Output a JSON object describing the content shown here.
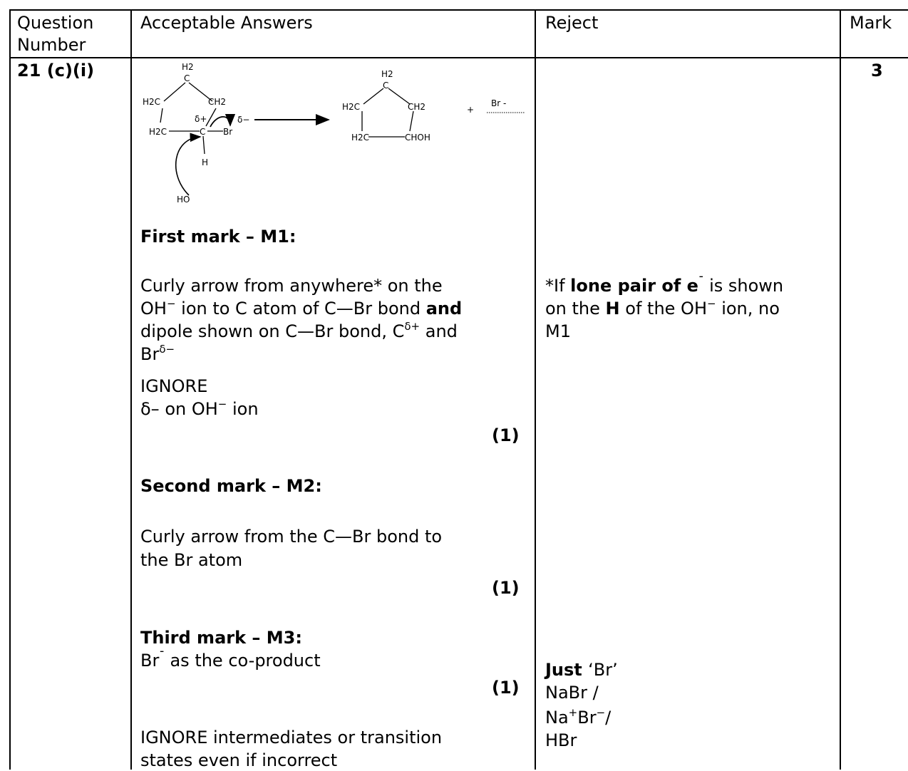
{
  "headers": {
    "question_number": "Question Number",
    "acceptable_answers": "Acceptable Answers",
    "reject": "Reject",
    "mark": "Mark"
  },
  "row": {
    "question_number": "21 (c)(i)",
    "mark_total": "3"
  },
  "diagram": {
    "labels": {
      "h2_top": "H2",
      "h2c_left": "H2C",
      "ch2_right": "CH2",
      "h2c_bottom": "H2C",
      "c_center": "C",
      "br": "Br",
      "delta_plus": "δ+",
      "delta_minus": "δ−",
      "h": "H",
      "ho": "HO",
      "product_h2_top": "H2",
      "product_h2c_left": "H2C",
      "product_ch2_right": "CH2",
      "product_h2c_bottom": "H2C",
      "product_choh": "CHOH",
      "plus": "+",
      "br_minus": "Br -"
    }
  },
  "answers": {
    "m1_heading": "First mark – M1:",
    "m1_line1": "Curly arrow from anywhere* on the",
    "m1_line2_a": "OH",
    "m1_line2_b": " ion to C atom of C—Br bond ",
    "m1_line2_and": "and",
    "m1_line3_a": "dipole shown on C—Br bond, C",
    "m1_line3_sup": "δ+",
    "m1_line3_b": " and",
    "m1_line4_a": "Br",
    "m1_line4_sup": "δ−",
    "m1_ignore": "IGNORE",
    "m1_ignore_detail_a": "δ– on OH",
    "m1_ignore_detail_b": " ion",
    "m1_mark": "(1)",
    "m2_heading": "Second mark – M2:",
    "m2_line1": "Curly arrow from the C—Br bond to",
    "m2_line2": "the Br atom",
    "m2_mark": "(1)",
    "m3_heading": "Third mark – M3:",
    "m3_line1_a": "Br",
    "m3_line1_b": " as the co-product",
    "m3_mark": "(1)",
    "ignore_line1": "IGNORE intermediates or transition",
    "ignore_line2": "states even if incorrect"
  },
  "reject": {
    "r1_a": "*If ",
    "r1_bold": "lone pair of e",
    "r1_b": " is shown",
    "r1_line2_a": "on the ",
    "r1_line2_h": "H",
    "r1_line2_b": " of the OH",
    "r1_line2_c": " ion, no",
    "r1_line3": "M1",
    "r2_just": "Just ",
    "r2_br": "‘Br’",
    "r2_line2": "NaBr /",
    "r2_line3_a": "Na",
    "r2_line3_sup": "+",
    "r2_line3_b": "Br",
    "r2_line3_sup2": "−",
    "r2_line3_c": "/",
    "r2_line4": "HBr"
  },
  "superscripts": {
    "minus": "−",
    "macron_minus": "¯",
    "bold_minus": "¯"
  }
}
